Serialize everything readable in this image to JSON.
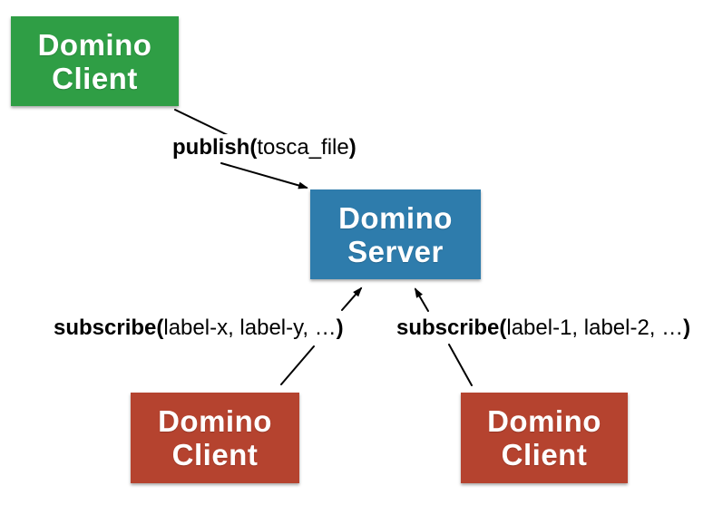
{
  "diagram": {
    "title_hint": "Domino publish/subscribe architecture",
    "colors": {
      "client_publisher": "#2f9e45",
      "server": "#2e7cac",
      "client_subscriber": "#b5432f",
      "arrow": "#000000",
      "background": "#ffffff"
    },
    "nodes": {
      "client_top": {
        "line1": "Domino",
        "line2": "Client"
      },
      "server": {
        "line1": "Domino",
        "line2": "Server"
      },
      "client_bottom_left": {
        "line1": "Domino",
        "line2": "Client"
      },
      "client_bottom_right": {
        "line1": "Domino",
        "line2": "Client"
      }
    },
    "edges": {
      "publish": {
        "fn": "publish(",
        "args": "tosca_file",
        "close": ")"
      },
      "subscribe_left": {
        "fn": "subscribe(",
        "args": "label-x, label-y, …",
        "close": ")"
      },
      "subscribe_right": {
        "fn": "subscribe(",
        "args": "label-1, label-2, …",
        "close": ")"
      }
    }
  }
}
